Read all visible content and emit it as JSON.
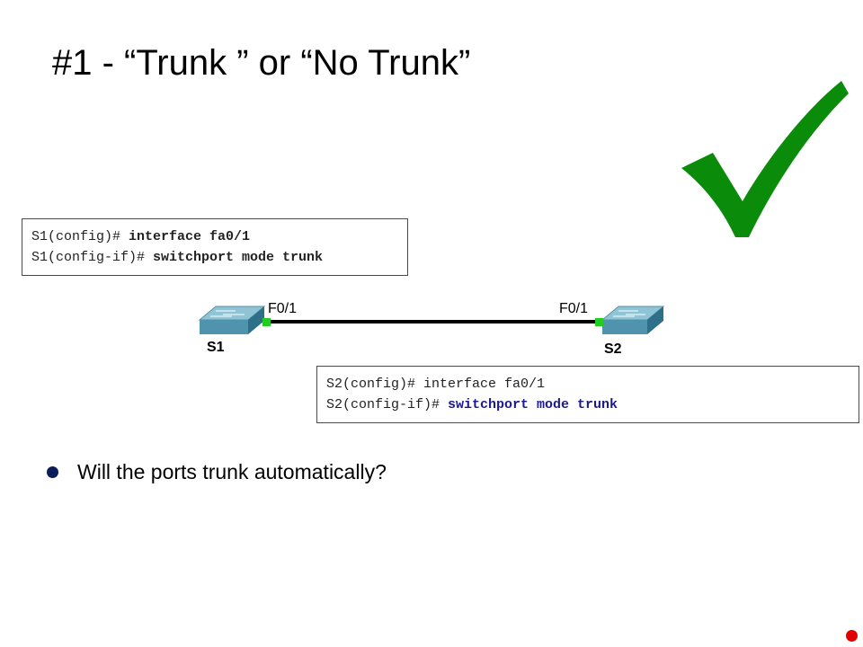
{
  "slide": {
    "title": "#1 - “Trunk ” or “No Trunk”",
    "checkmark_icon": "check-mark-icon",
    "checkmark_color": "#0a8c0a",
    "box_s1": {
      "line1_prompt": "S1(config)# ",
      "line1_cmd": "interface fa0/1",
      "line2_prompt": "S1(config-if)# ",
      "line2_cmd": "switchport mode trunk"
    },
    "box_s2": {
      "line1_prompt": "S2(config)# ",
      "line1_cmd": "interface fa0/1",
      "line2_prompt": "S2(config-if)# ",
      "line2_cmd": "switchport mode trunk"
    },
    "topology": {
      "s1_name": "S1",
      "s2_name": "S2",
      "s1_port": "F0/1",
      "s2_port": "F0/1",
      "link_status_color": "#22cc22"
    },
    "bullet": "Will the ports trunk automatically?"
  }
}
